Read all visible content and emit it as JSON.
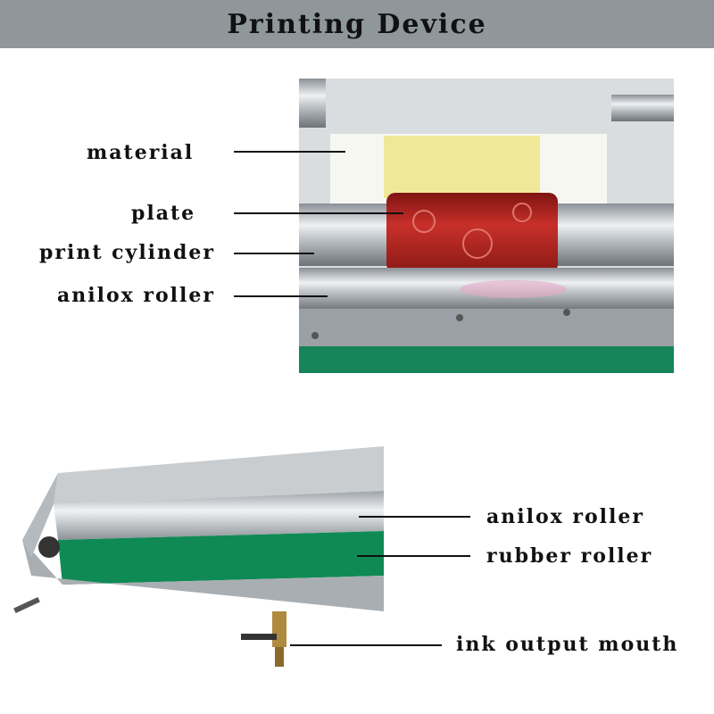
{
  "title": "Printing Device",
  "top_labels": {
    "material": "material",
    "plate": "plate",
    "print_cylinder": "print cylinder",
    "anilox_roller": "anilox roller"
  },
  "bottom_labels": {
    "anilox_roller": "anilox roller",
    "rubber_roller": "rubber roller",
    "ink_output_mouth": "ink output mouth"
  },
  "colors": {
    "header": "#8f979b",
    "plate_red": "#b3231f",
    "rubber_green": "#0f8a55",
    "steel": "#c4c8cc"
  }
}
